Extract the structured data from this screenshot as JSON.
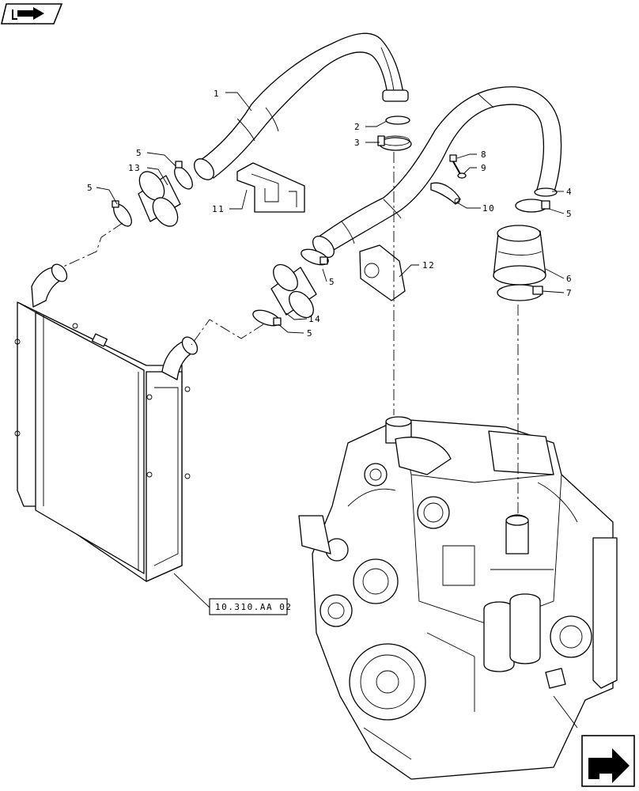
{
  "callouts": [
    {
      "id": "c1",
      "text": "1"
    },
    {
      "id": "c2",
      "text": "2"
    },
    {
      "id": "c3",
      "text": "3"
    },
    {
      "id": "c4",
      "text": "4"
    },
    {
      "id": "c5a",
      "text": "5"
    },
    {
      "id": "c5b",
      "text": "5"
    },
    {
      "id": "c5c",
      "text": "5"
    },
    {
      "id": "c5d",
      "text": "5"
    },
    {
      "id": "c5e",
      "text": "5"
    },
    {
      "id": "c6",
      "text": "6"
    },
    {
      "id": "c7",
      "text": "7"
    },
    {
      "id": "c8",
      "text": "8"
    },
    {
      "id": "c9",
      "text": "9"
    },
    {
      "id": "c10",
      "text": "10"
    },
    {
      "id": "c11",
      "text": "11"
    },
    {
      "id": "c12",
      "text": "12"
    },
    {
      "id": "c13",
      "text": "13"
    },
    {
      "id": "c14",
      "text": "14"
    }
  ],
  "reference": {
    "text": "10.310.AA 02"
  },
  "nav": {
    "home_icon": "book-return-icon",
    "next_icon": "page-corner-arrow-icon"
  }
}
